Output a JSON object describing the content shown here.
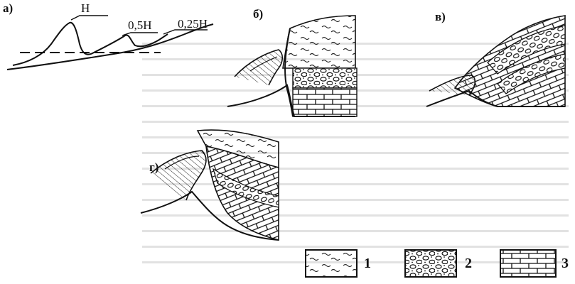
{
  "panels": {
    "a": {
      "label": "а)",
      "marks": {
        "h": "H",
        "half": "0,5H",
        "quarter": "0,25H"
      }
    },
    "b": {
      "label": "б)"
    },
    "v": {
      "label": "в)"
    },
    "g": {
      "label": "г)"
    }
  },
  "legend": [
    {
      "num": "1",
      "pattern": "wavy-water-icon"
    },
    {
      "num": "2",
      "pattern": "oval-pebbles-icon"
    },
    {
      "num": "3",
      "pattern": "brick-masonry-icon"
    }
  ]
}
